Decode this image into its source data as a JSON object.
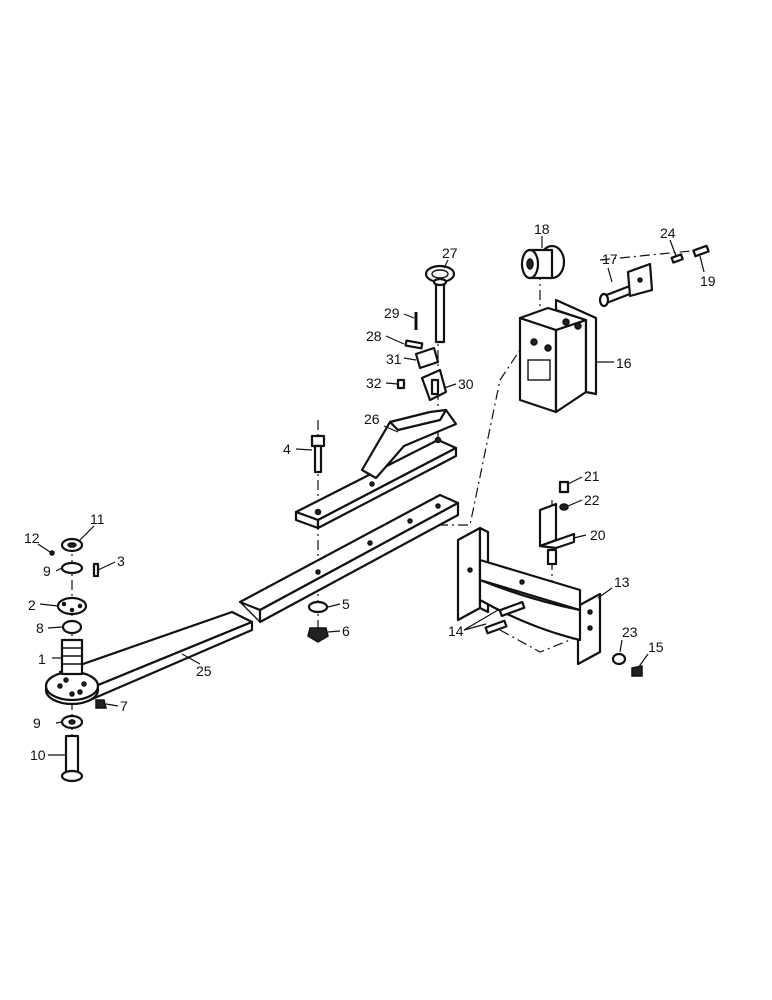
{
  "callouts": [
    "1",
    "2",
    "3",
    "4",
    "5",
    "6",
    "7",
    "8",
    "9",
    "9",
    "10",
    "11",
    "12",
    "13",
    "14",
    "15",
    "16",
    "17",
    "18",
    "19",
    "20",
    "21",
    "22",
    "23",
    "24",
    "25",
    "26",
    "27",
    "28",
    "29",
    "30",
    "31",
    "32"
  ]
}
